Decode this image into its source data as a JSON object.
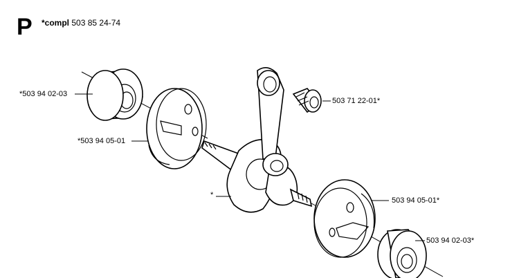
{
  "header": {
    "section_letter": "P",
    "compl_prefix": "*compl",
    "compl_number": "503 85 24-74"
  },
  "callouts": {
    "bearing_left": "*503 94 02-03",
    "seal_left": "*503 94 05-01",
    "needle_bearing": "503 71 22-01*",
    "crankshaft_mark": "*",
    "seal_right": "503 94 05-01*",
    "bearing_right": "503 94 02-03*"
  }
}
